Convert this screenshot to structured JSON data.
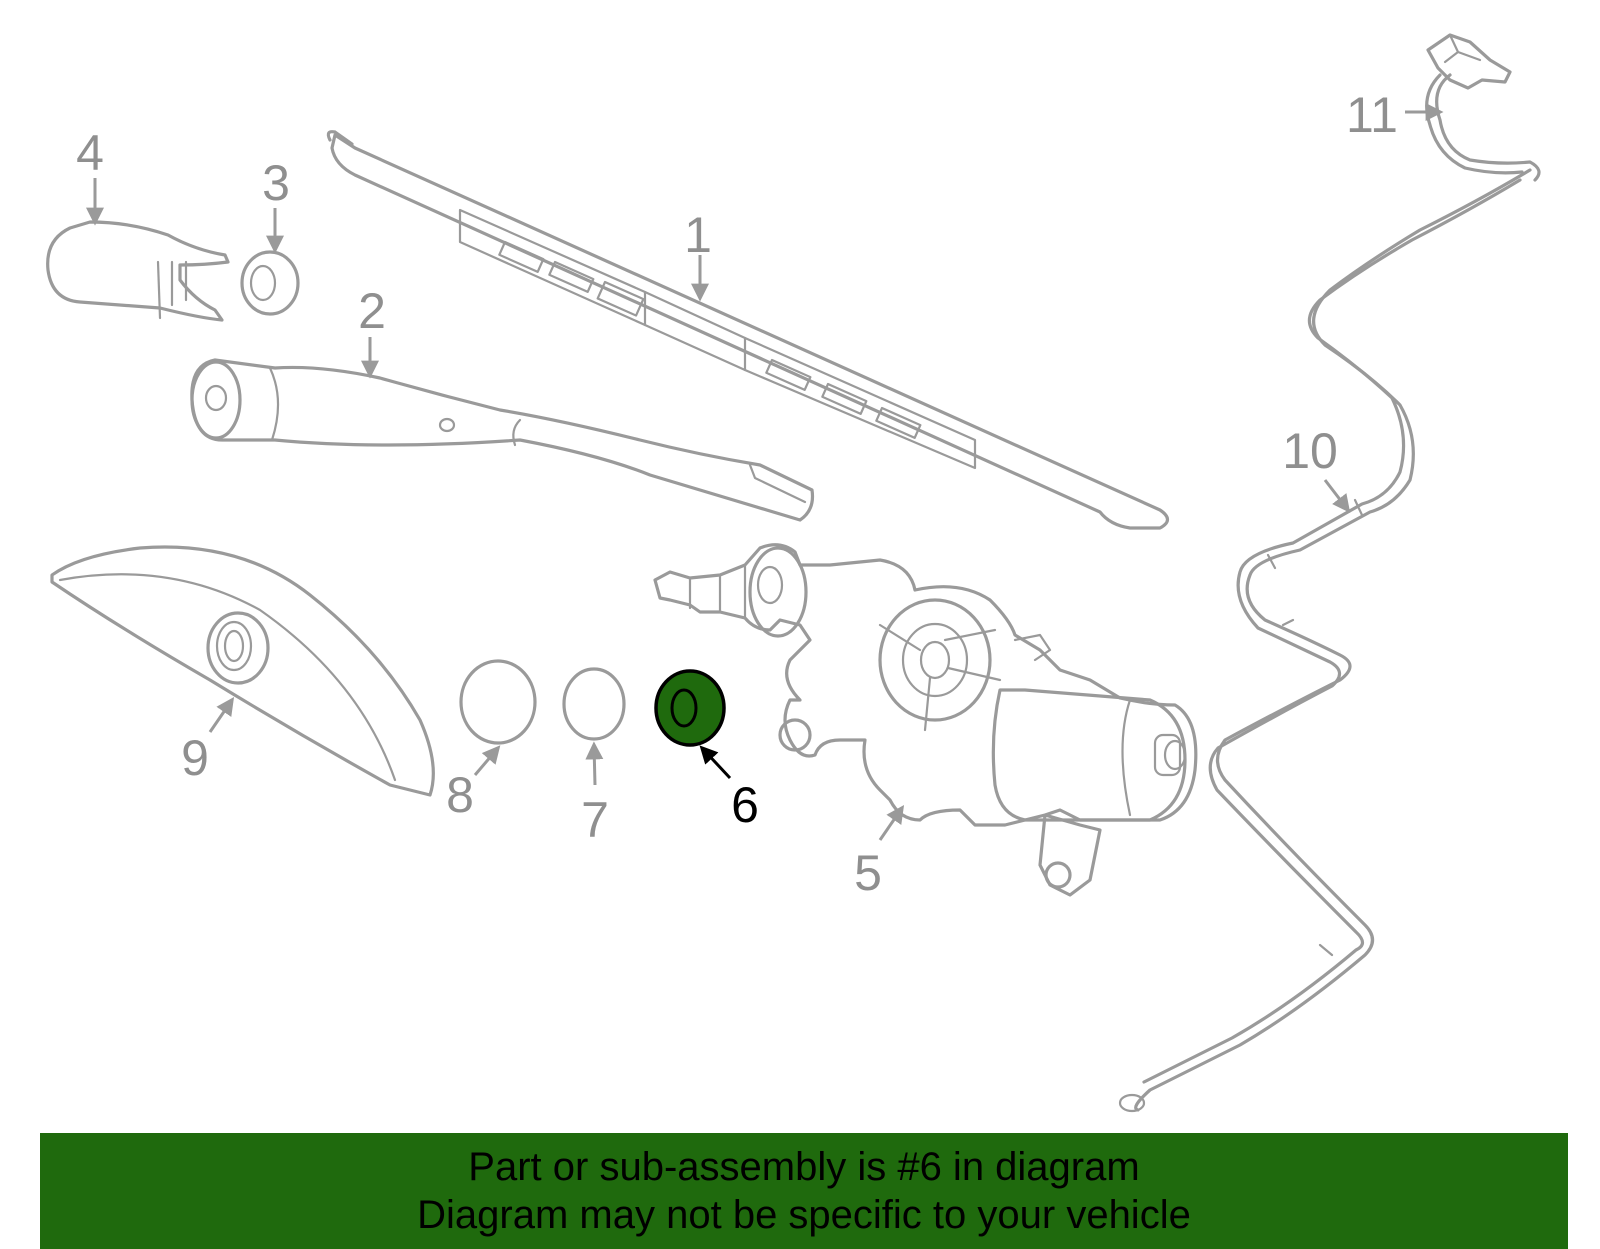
{
  "diagram": {
    "highlight_color": "#1f6a0d",
    "line_color": "#9a9a9a",
    "callouts": [
      {
        "id": "1",
        "label": "1"
      },
      {
        "id": "2",
        "label": "2"
      },
      {
        "id": "3",
        "label": "3"
      },
      {
        "id": "4",
        "label": "4"
      },
      {
        "id": "5",
        "label": "5"
      },
      {
        "id": "6",
        "label": "6",
        "highlighted": true
      },
      {
        "id": "7",
        "label": "7"
      },
      {
        "id": "8",
        "label": "8"
      },
      {
        "id": "9",
        "label": "9"
      },
      {
        "id": "10",
        "label": "10"
      },
      {
        "id": "11",
        "label": "11"
      }
    ]
  },
  "banner": {
    "line1": "Part or sub-assembly is #6 in diagram",
    "line2": "Diagram may not be specific to your vehicle",
    "color": "#1f6a0d"
  }
}
